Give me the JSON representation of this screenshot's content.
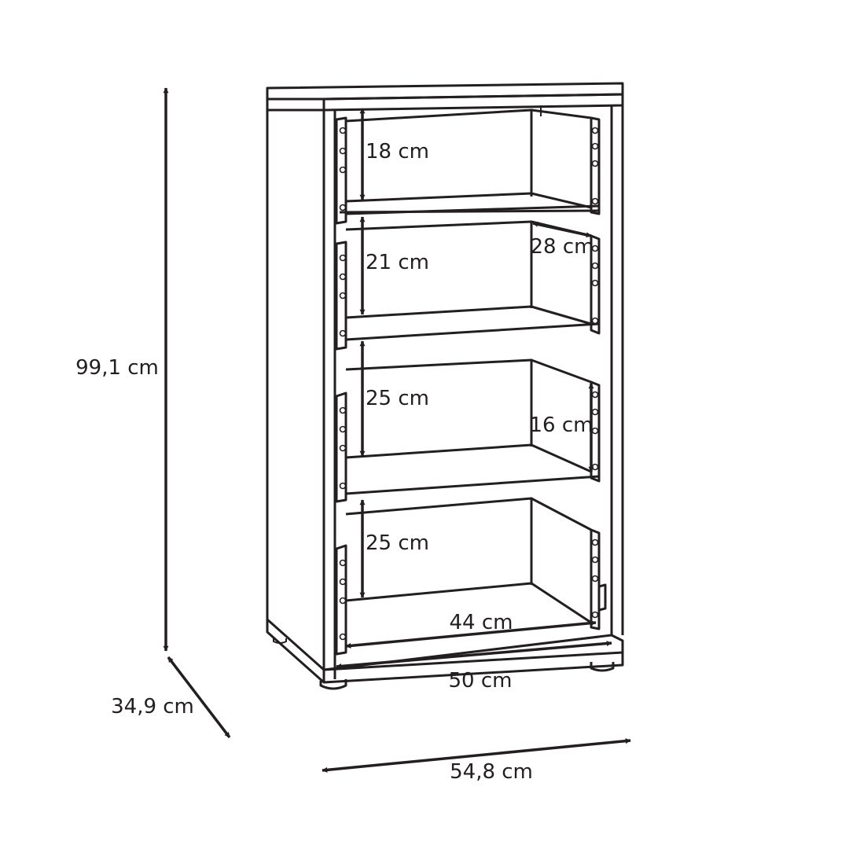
{
  "dimensions": {
    "height": "99,1 cm",
    "depth": "34,9 cm",
    "width": "54,8 cm",
    "inner_width": "50 cm",
    "drawer_inner_width": "44 cm",
    "drawer_depth": "28 cm",
    "drawer_side_height": "16 cm",
    "compartment_1": "18 cm",
    "compartment_2": "21 cm",
    "compartment_3": "25 cm",
    "compartment_4": "25 cm"
  }
}
